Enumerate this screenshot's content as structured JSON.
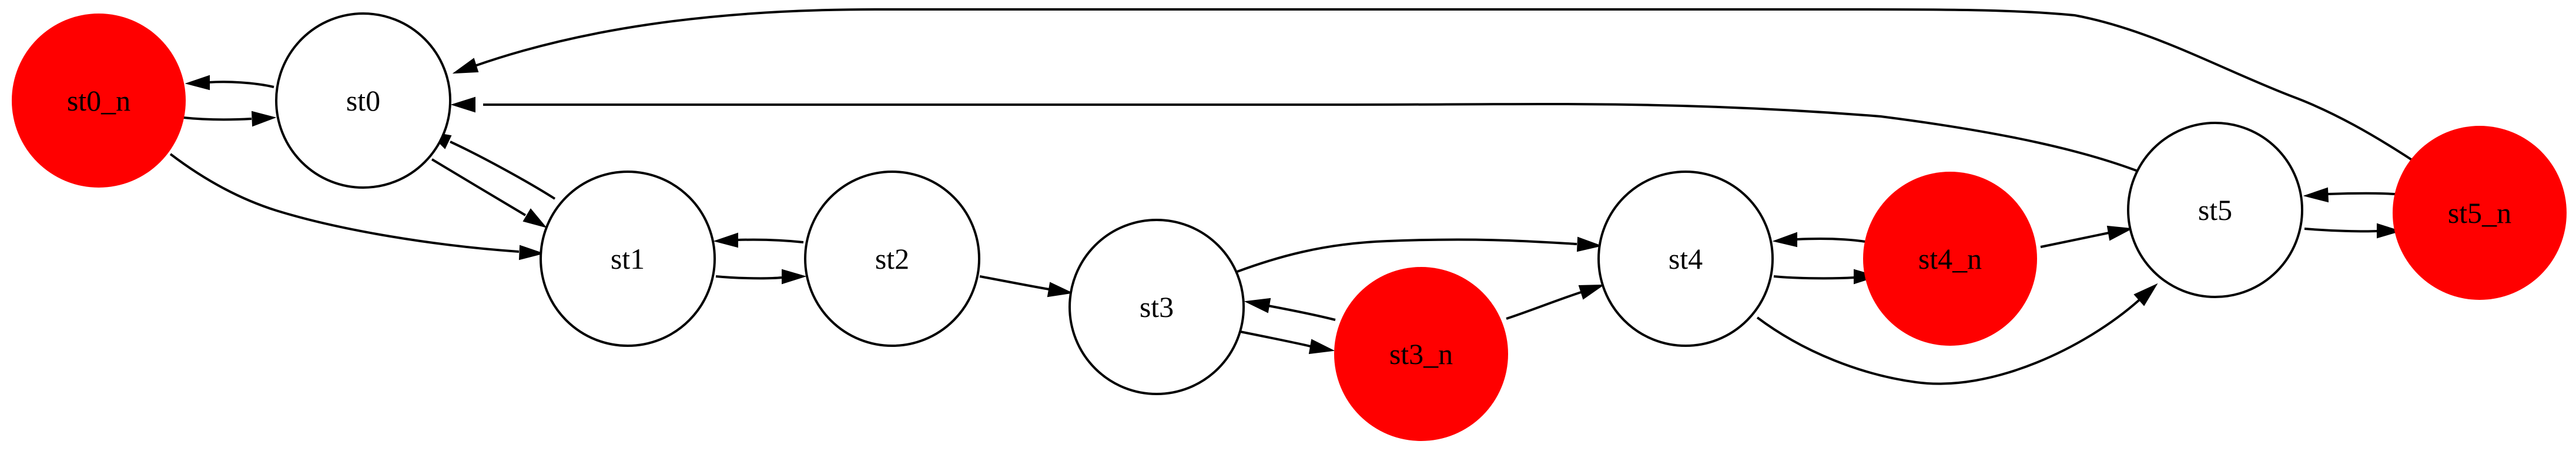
{
  "diagram": {
    "nodes": [
      {
        "id": "st0_n",
        "label": "st0_n",
        "fill": "#ff0000"
      },
      {
        "id": "st0",
        "label": "st0",
        "fill": "#ffffff"
      },
      {
        "id": "st1",
        "label": "st1",
        "fill": "#ffffff"
      },
      {
        "id": "st2",
        "label": "st2",
        "fill": "#ffffff"
      },
      {
        "id": "st3",
        "label": "st3",
        "fill": "#ffffff"
      },
      {
        "id": "st3_n",
        "label": "st3_n",
        "fill": "#ff0000"
      },
      {
        "id": "st4",
        "label": "st4",
        "fill": "#ffffff"
      },
      {
        "id": "st4_n",
        "label": "st4_n",
        "fill": "#ff0000"
      },
      {
        "id": "st5",
        "label": "st5",
        "fill": "#ffffff"
      },
      {
        "id": "st5_n",
        "label": "st5_n",
        "fill": "#ff0000"
      }
    ],
    "edges": [
      {
        "from": "st0",
        "to": "st0_n"
      },
      {
        "from": "st0_n",
        "to": "st0"
      },
      {
        "from": "st0_n",
        "to": "st1"
      },
      {
        "from": "st0",
        "to": "st1"
      },
      {
        "from": "st1",
        "to": "st0"
      },
      {
        "from": "st1",
        "to": "st2"
      },
      {
        "from": "st2",
        "to": "st1"
      },
      {
        "from": "st2",
        "to": "st3"
      },
      {
        "from": "st3",
        "to": "st4"
      },
      {
        "from": "st3",
        "to": "st3_n"
      },
      {
        "from": "st3_n",
        "to": "st3"
      },
      {
        "from": "st3_n",
        "to": "st4"
      },
      {
        "from": "st4",
        "to": "st4_n"
      },
      {
        "from": "st4_n",
        "to": "st4"
      },
      {
        "from": "st4",
        "to": "st5"
      },
      {
        "from": "st4_n",
        "to": "st5"
      },
      {
        "from": "st5",
        "to": "st5_n"
      },
      {
        "from": "st5_n",
        "to": "st5"
      },
      {
        "from": "st5",
        "to": "st0"
      },
      {
        "from": "st5_n",
        "to": "st0"
      }
    ],
    "colors": {
      "start_node": "#ff0000",
      "state_node": "#ffffff",
      "stroke": "#000000"
    }
  }
}
